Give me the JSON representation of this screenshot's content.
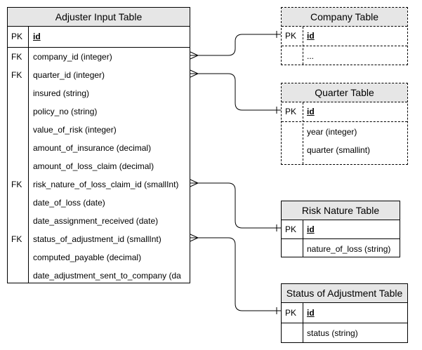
{
  "adjuster_table": {
    "title": "Adjuster Input Table",
    "pk_label": "PK",
    "pk_field": "id",
    "fk_label": "FK",
    "fields": [
      "company_id (integer)",
      "quarter_id (integer)",
      "insured (string)",
      "policy_no (string)",
      "value_of_risk (integer)",
      "amount_of_insurance (decimal)",
      "amount_of_loss_claim (decimal)",
      "risk_nature_of_loss_claim_id (smallInt)",
      "date_of_loss (date)",
      "date_assignment_received (date)",
      "status_of_adjustment_id (smallInt)",
      "computed_payable (decimal)",
      "date_adjustment_sent_to_company (da"
    ]
  },
  "company_table": {
    "title": "Company Table",
    "pk_label": "PK",
    "pk_field": "id",
    "fields": [
      "..."
    ]
  },
  "quarter_table": {
    "title": "Quarter Table",
    "pk_label": "PK",
    "pk_field": "id",
    "fields": [
      "year (integer)",
      "quarter (smallint)"
    ]
  },
  "risk_nature_table": {
    "title": "Risk Nature Table",
    "pk_label": "PK",
    "pk_field": "id",
    "fields": [
      "nature_of_loss (string)"
    ]
  },
  "status_table": {
    "title": "Status of Adjustment Table",
    "pk_label": "PK",
    "pk_field": "id",
    "fields": [
      "status (string)"
    ]
  }
}
